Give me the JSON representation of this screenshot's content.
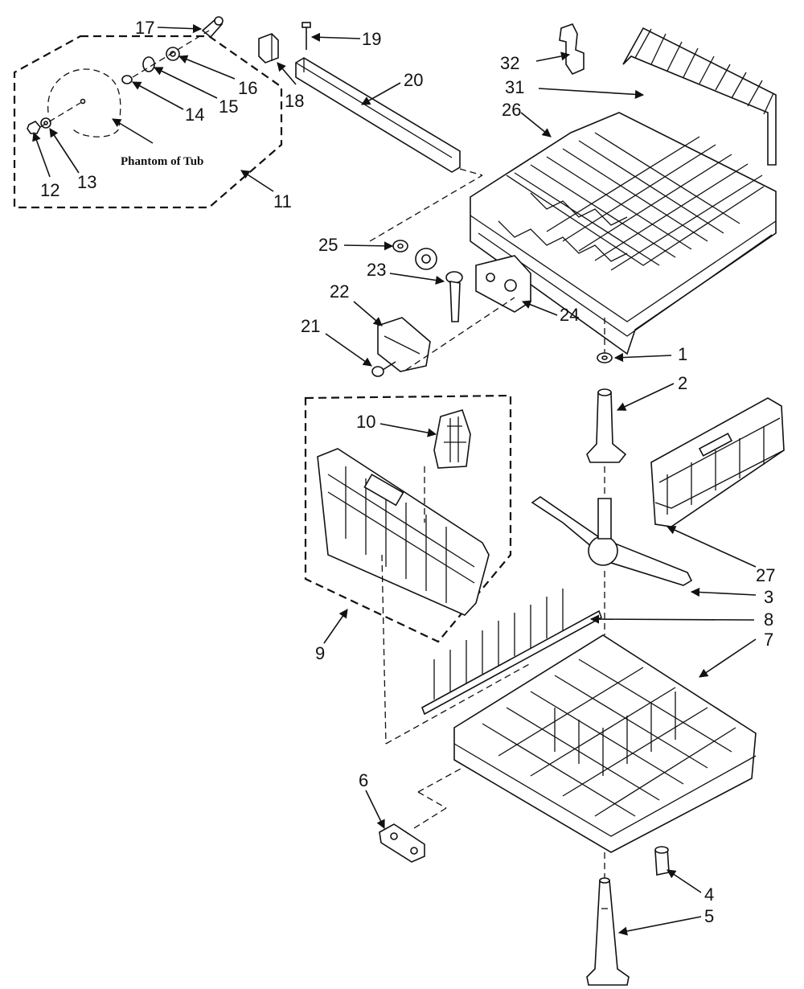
{
  "callouts": {
    "c1": "1",
    "c2": "2",
    "c3": "3",
    "c4": "4",
    "c5": "5",
    "c6": "6",
    "c7": "7",
    "c8": "8",
    "c9": "9",
    "c10": "10",
    "c11": "11",
    "c12": "12",
    "c13": "13",
    "c14": "14",
    "c15": "15",
    "c16": "16",
    "c17": "17",
    "c18": "18",
    "c19": "19",
    "c20": "20",
    "c21": "21",
    "c22": "22",
    "c23": "23",
    "c24": "24",
    "c25": "25",
    "c26": "26",
    "c27": "27",
    "c31": "31",
    "c32": "32"
  },
  "phantom_label": "Phantom of Tub"
}
